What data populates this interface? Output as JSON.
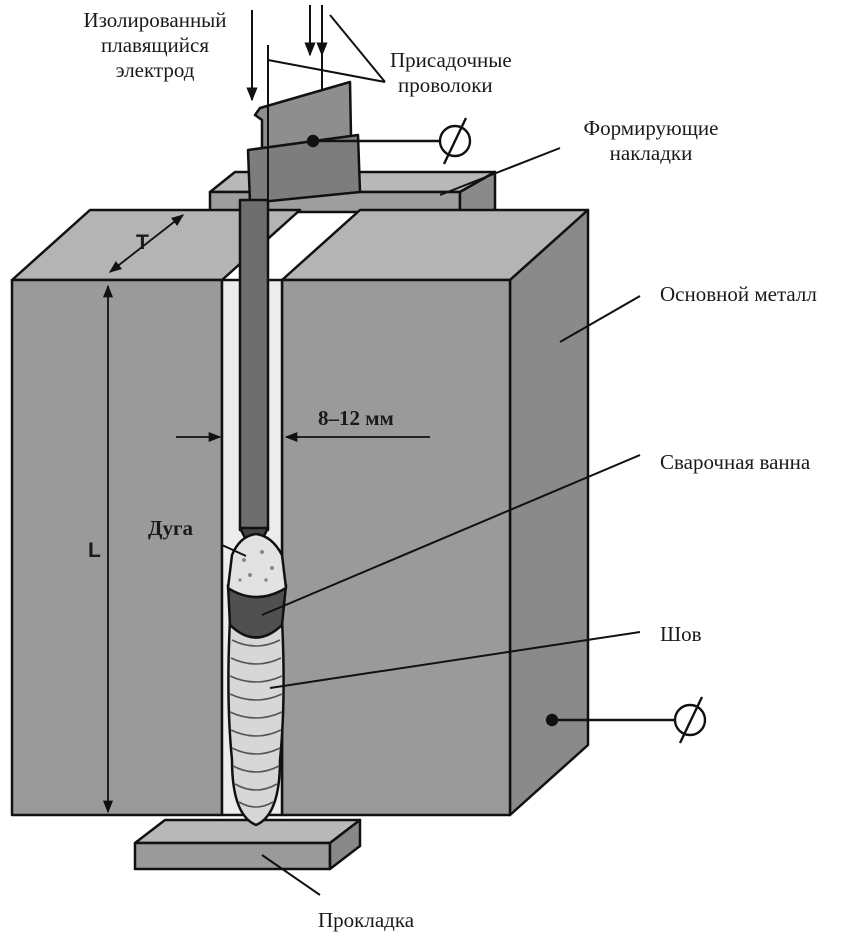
{
  "labels": {
    "electrode_line1": "Изолированный",
    "electrode_line2": "плавящийся",
    "electrode_line3": "электрод",
    "filler_line1": "Присадочные",
    "filler_line2": "проволоки",
    "shoes_line1": "Формирующие",
    "shoes_line2": "накладки",
    "base_metal": "Основной металл",
    "weld_pool": "Сварочная ванна",
    "seam": "Шов",
    "backing": "Прокладка",
    "arc": "Дуга",
    "gap": "8–12 мм",
    "thickness": "T",
    "length": "L"
  },
  "colors": {
    "metal_face": "#9a9a9a",
    "metal_top": "#b4b4b4",
    "metal_side": "#8a8a8a",
    "electrode": "#6e6e6e",
    "outline": "#111111"
  }
}
